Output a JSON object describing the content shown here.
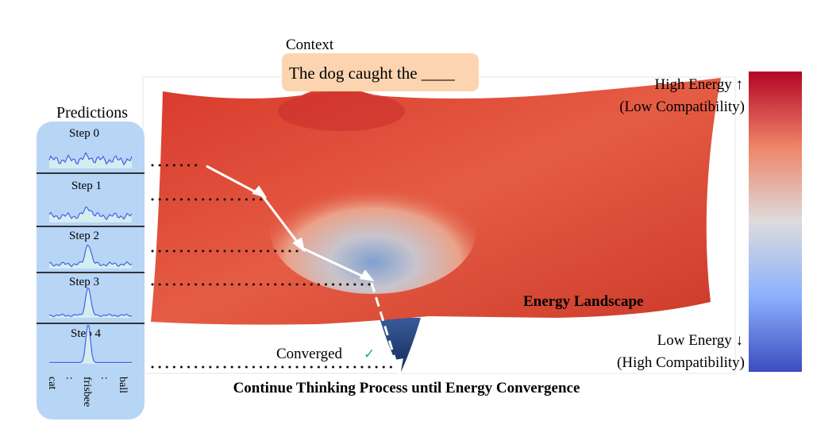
{
  "context": {
    "label": "Context",
    "sentence": "The dog caught the ____"
  },
  "predictions": {
    "title": "Predictions",
    "steps": [
      {
        "label": "Step 0",
        "peak": 0.15
      },
      {
        "label": "Step 1",
        "peak": 0.4
      },
      {
        "label": "Step 2",
        "peak": 0.7
      },
      {
        "label": "Step 3",
        "peak": 0.85
      },
      {
        "label": "Step 4",
        "peak": 1.0
      }
    ],
    "axis_labels": [
      "cat",
      ":",
      "frisbee",
      ":",
      "ball"
    ]
  },
  "landscape": {
    "title": "Energy Landscape",
    "converged_label": "Converged",
    "converged_mark": "✓",
    "caption": "Continue Thinking Process until Energy Convergence"
  },
  "colorbar": {
    "high_label": "High Energy ↑",
    "high_sub": "(Low Compatibility)",
    "low_label": "Low Energy ↓",
    "low_sub": "(High Compatibility)",
    "colors": {
      "high": "#b40426",
      "mid": "#dddcdc",
      "low": "#3b4cc0"
    }
  },
  "colors": {
    "panel": "#b7d5f5",
    "context_box": "#fcd5b0",
    "check": "#2eaa5c"
  }
}
